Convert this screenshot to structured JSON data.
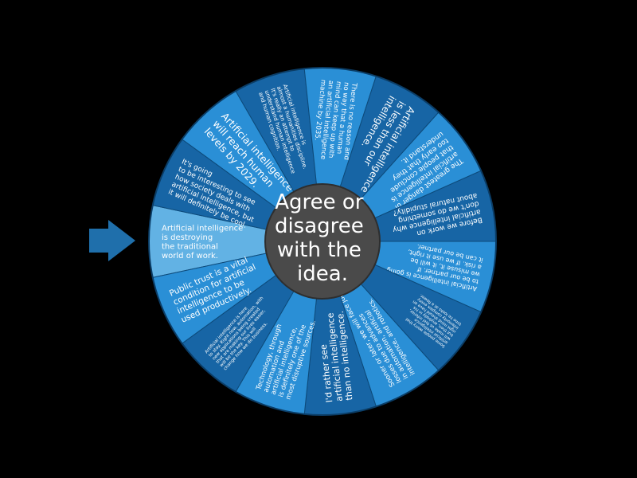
{
  "center": {
    "lines": [
      "Agree or",
      "disagree",
      "with the",
      "idea."
    ]
  },
  "colors": {
    "background": "#000000",
    "light": "#2a8fd6",
    "dark": "#1765a5",
    "highlight": "#62b2e4",
    "hub": "#4a4a4a",
    "pointer": "#1f6fab"
  },
  "selected_index": 0,
  "segments": [
    {
      "lines": [
        "Artificial intelligence",
        "is destroying",
        "the traditional",
        "world of work."
      ]
    },
    {
      "lines": [
        "It's going",
        "to be interesting to see",
        "how society deals with",
        "artificial intelligence, but",
        "it will definitely be cool."
      ]
    },
    {
      "lines": [
        "Artificial intelligence",
        "will reach human",
        "levels by 2029."
      ]
    },
    {
      "lines": [
        "Artificial intelligence is",
        "almost a humanities discipline.",
        "It's really an attempt to",
        "understand human intelligence",
        "and human cognition."
      ]
    },
    {
      "lines": [
        "There is no reason and",
        "no way that a human",
        "mind can keep up with",
        "an artificial intelligence",
        "machine by 2035."
      ]
    },
    {
      "lines": [
        "Artificial intelligence",
        "is less than our",
        "intelligence."
      ]
    },
    {
      "lines": [
        "The greatest danger of",
        "artificial intelligence is",
        "that people conclude",
        "too early that they",
        "understand it."
      ]
    },
    {
      "lines": [
        "Before we work on",
        "artificial intelligence why",
        "don't we do something",
        "about natural stupidity?"
      ]
    },
    {
      "lines": [
        "Artificial intelligence is going",
        "to be our partner. If",
        "we misuse it, it will be",
        "a risk. If we use it right,",
        "it can be our partner."
      ]
    },
    {
      "lines": [
        "Some people worry that",
        "artificial intelligence",
        "will make us feel inferior,",
        "but then, anybody in his",
        "right mind should have an",
        "inferiority complex every",
        "time he looks at a flower."
      ]
    },
    {
      "lines": [
        "Sooner or later, we will face job",
        "losses due to advances",
        "in automation, artificial",
        "intelligence, and robotics."
      ]
    },
    {
      "lines": [
        "I'd rather see",
        "artificial intelligence",
        "than no intelligence."
      ]
    },
    {
      "lines": [
        "Technology, through",
        "automation and",
        "artificial intelligence,",
        "is definitely one of the",
        "most disruptive sources."
      ]
    },
    {
      "lines": [
        "Artificial intelligence is here",
        "to stay. Right now, automation, with",
        "new applications being created",
        "that are making our lives easier,",
        "will be the key. This will",
        "change how we do business."
      ]
    },
    {
      "lines": [
        "Public trust is a vital",
        "condition for artificial",
        "intelligence to be",
        "used productively."
      ]
    }
  ]
}
